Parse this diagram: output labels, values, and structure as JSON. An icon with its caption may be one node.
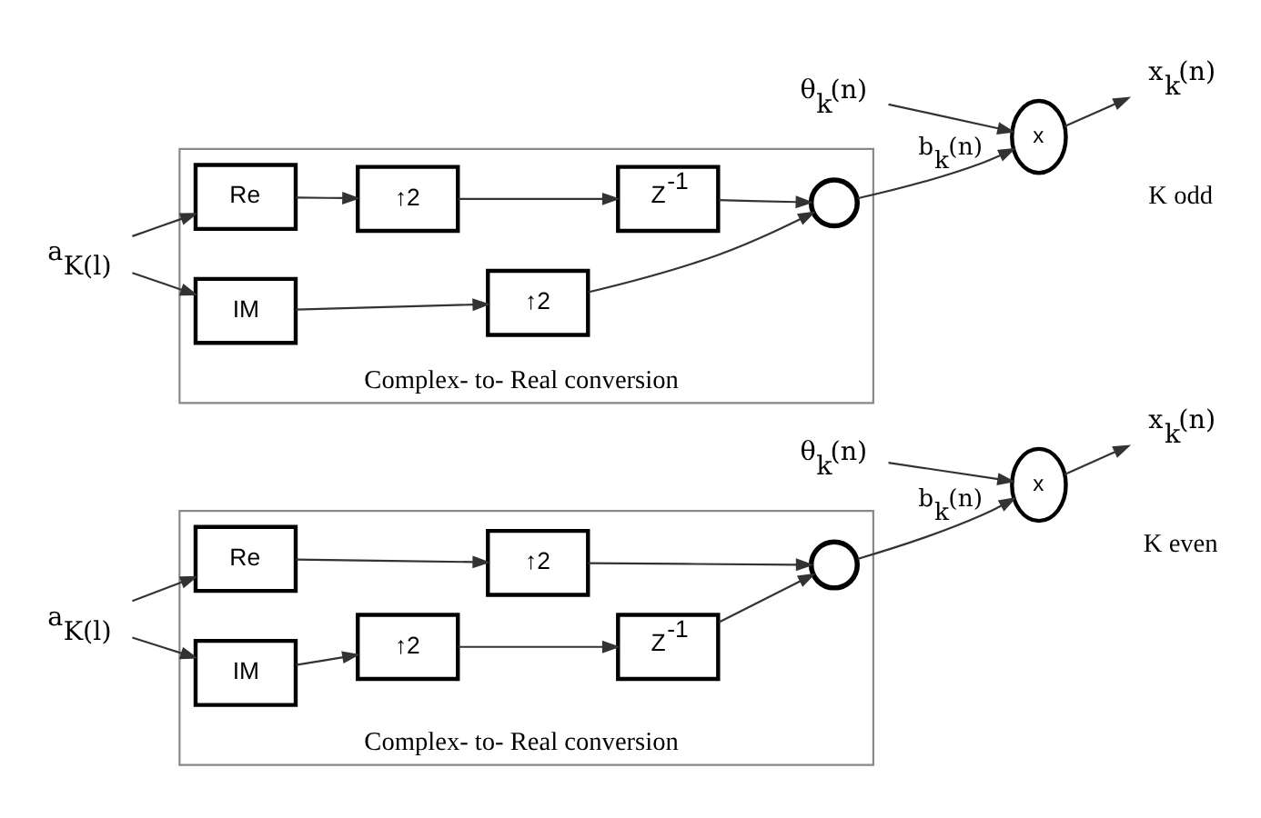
{
  "diagram": {
    "nodes": [
      {
        "text": [
          "Complex- to- Real conversion"
        ]
      },
      {
        "text": [
          "a$_{K(l)}$"
        ]
      },
      {
        "text": [
          "Re"
        ],
        "in": 0
      },
      {
        "text": [
          "↑2"
        ],
        "in": 0
      },
      {
        "text": [
          "IM"
        ],
        "in": 0
      },
      {
        "text": [
          "↑2"
        ],
        "in": 0
      },
      {
        "text": [
          "Z$^{-1}$"
        ],
        "in": 0
      },
      {
        "text": [],
        "shape": "circle",
        "in": 0
      },
      {
        "text": [
          "x"
        ]
      },
      {
        "text": [
          "θ$_{k}$(n)"
        ]
      },
      {
        "text": [
          "x$_{k}$(n)"
        ]
      },
      {
        "text": [
          "Complex- to- Real conversion"
        ]
      },
      {
        "text": [
          "a$_{K(l)}$"
        ]
      },
      {
        "text": [
          "Re"
        ],
        "in": 11
      },
      {
        "text": [
          "↑2"
        ],
        "in": 11
      },
      {
        "text": [
          "Z$^{-1}$"
        ],
        "in": 11
      },
      {
        "text": [],
        "shape": "circle",
        "in": 11
      },
      {
        "text": [
          "IM"
        ],
        "in": 11
      },
      {
        "text": [
          "↑2"
        ],
        "in": 11
      },
      {
        "text": [
          "x"
        ]
      },
      {
        "text": [
          "θ$_{k}$(n)"
        ]
      },
      {
        "text": [
          "x$_{k}$(n)"
        ]
      }
    ],
    "edges": [
      {
        "from": 1,
        "to": 2,
        "arrow": "to"
      },
      {
        "from": 1,
        "to": 4,
        "arrow": "to"
      },
      {
        "from": 2,
        "to": 3,
        "arrow": "to"
      },
      {
        "from": 4,
        "to": 5,
        "arrow": "to"
      },
      {
        "from": 3,
        "to": 7,
        "arrow": "to"
      },
      {
        "from": 5,
        "to": 6,
        "arrow": "to"
      },
      {
        "from": 6,
        "to": 7,
        "arrow": "to"
      },
      {
        "from": 7,
        "to": 8,
        "arrow": "to",
        "label": "b$_{k}$(n)"
      },
      {
        "from": 9,
        "to": 8,
        "arrow": "to"
      },
      {
        "from": 8,
        "to": 10,
        "arrow": "to"
      },
      {
        "from": 12,
        "to": 13,
        "arrow": "to"
      },
      {
        "from": 12,
        "to": 17,
        "arrow": "to"
      },
      {
        "from": 13,
        "to": 14,
        "arrow": "to"
      },
      {
        "from": 14,
        "to": 15,
        "arrow": "to"
      },
      {
        "from": 15,
        "to": 16,
        "arrow": "to"
      },
      {
        "from": 17,
        "to": 18,
        "arrow": "to"
      },
      {
        "from": 18,
        "to": 16,
        "arrow": "to"
      },
      {
        "from": 16,
        "to": 19,
        "arrow": "to",
        "label": "b$_{k}$(n)"
      },
      {
        "from": 20,
        "to": 19,
        "arrow": "to"
      },
      {
        "from": 19,
        "to": 21,
        "arrow": "to"
      }
    ],
    "labels": [
      "K even",
      "K odd"
    ]
  }
}
